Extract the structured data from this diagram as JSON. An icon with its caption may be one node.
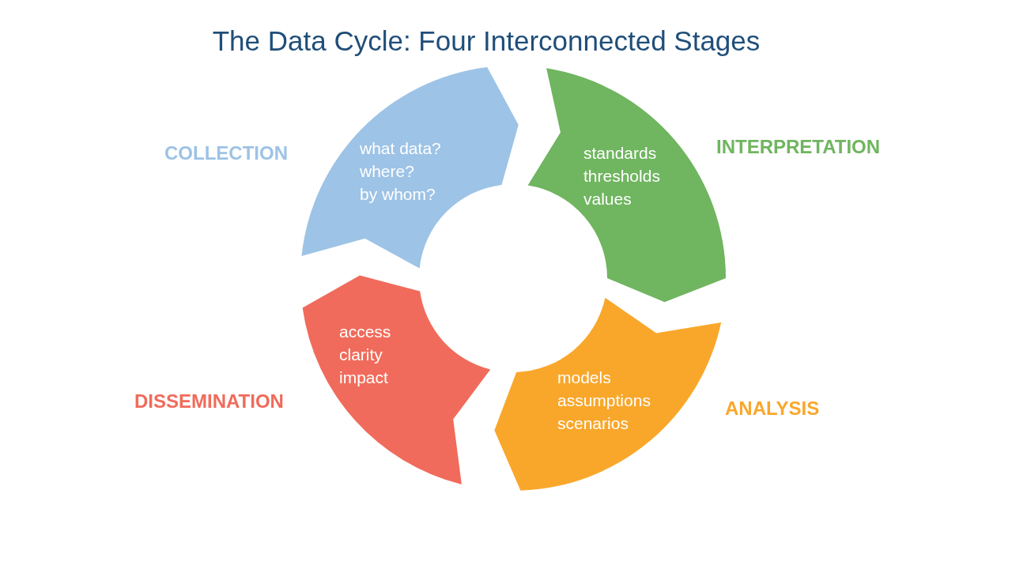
{
  "diagram": {
    "title": "The Data Cycle: Four Interconnected Stages",
    "nodes": [
      {
        "text": [
          "COLLECTION",
          "what data?",
          "where?",
          "by whom?"
        ]
      },
      {
        "text": [
          "INTERPRETATION",
          "standards",
          "thresholds",
          "values"
        ]
      },
      {
        "text": [
          "ANALYSIS",
          "models",
          "assumptions",
          "scenarios"
        ]
      },
      {
        "text": [
          "DISSEMINATION",
          "access",
          "clarity",
          "impact"
        ]
      }
    ]
  }
}
